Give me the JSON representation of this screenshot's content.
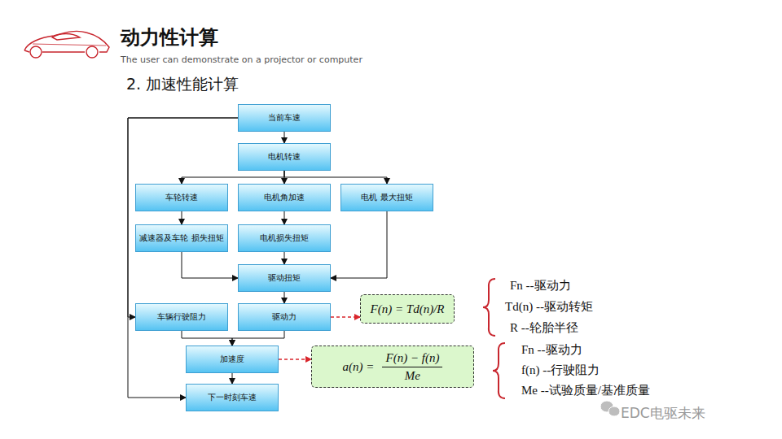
{
  "diagram": {
    "title": "动力性计算",
    "nodes": [
      {
        "text": [
          "当前车速"
        ]
      },
      {
        "text": [
          "电机转速"
        ]
      },
      {
        "text": [
          "车轮转速"
        ]
      },
      {
        "text": [
          "电机角加速"
        ]
      },
      {
        "text": [
          "电机 最大扭矩"
        ]
      },
      {
        "text": [
          "减速器及车轮 损失扭矩"
        ]
      },
      {
        "text": [
          "电机损失扭矩"
        ]
      },
      {
        "text": [
          "驱动扭矩"
        ]
      },
      {
        "text": [
          "车辆行驶阻力"
        ]
      },
      {
        "text": [
          "驱动力"
        ]
      },
      {
        "text": [
          "F(n) = Td(n)/R"
        ]
      },
      {
        "text": [
          "加速度"
        ]
      },
      {
        "text": [
          "a(n) =",
          "F(n) − f(n)",
          "Me"
        ]
      },
      {
        "text": [
          "下一时刻车速"
        ]
      }
    ],
    "edges": [
      {
        "from": 0,
        "to": 1,
        "arrow": "to"
      },
      {
        "from": 1,
        "to": 2,
        "arrow": "to"
      },
      {
        "from": 1,
        "to": 3,
        "arrow": "to"
      },
      {
        "from": 1,
        "to": 4,
        "arrow": "to"
      },
      {
        "from": 2,
        "to": 5,
        "arrow": "to"
      },
      {
        "from": 3,
        "to": 6,
        "arrow": "to"
      },
      {
        "from": 5,
        "to": 7,
        "arrow": "to"
      },
      {
        "from": 6,
        "to": 7,
        "arrow": "to"
      },
      {
        "from": 4,
        "to": 7,
        "arrow": "to"
      },
      {
        "from": 7,
        "to": 9,
        "arrow": "to"
      },
      {
        "from": 9,
        "to": 11,
        "arrow": "to"
      },
      {
        "from": 8,
        "to": 11,
        "arrow": "to"
      },
      {
        "from": 11,
        "to": 13,
        "arrow": "to"
      },
      {
        "from": 9,
        "to": 10,
        "arrow": "to"
      },
      {
        "from": 11,
        "to": 12,
        "arrow": "to"
      },
      {
        "from": 0,
        "to": 8,
        "arrow": "to"
      },
      {
        "from": 0,
        "to": 13,
        "arrow": "to"
      }
    ],
    "labels": [
      "The user can demonstrate on a projector or computer",
      "2. 加速性能计算",
      "Fn --驱动力",
      "Td(n) --驱动转矩",
      "R --轮胎半径",
      "Fn --驱动力",
      "f(n) --行驶阻力",
      "Me --试验质量/基准质量",
      "EDC电驱未来"
    ]
  }
}
